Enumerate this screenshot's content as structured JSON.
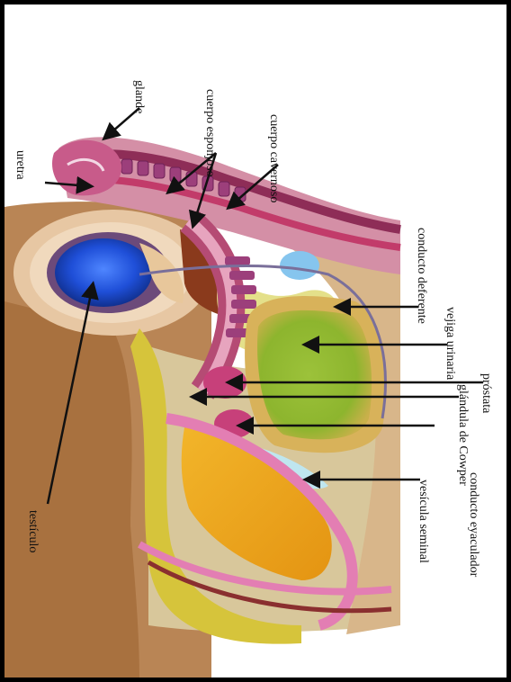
{
  "labels": {
    "glande": "glande",
    "cuerpo_esponjoso": "cuerpo esponjoso",
    "cuerpo_cavernoso": "cuerpo cavernoso",
    "uretra": "uretra",
    "conducto_deferente": "conducto deferente",
    "vejiga_urinaria": "vejiga urinaria",
    "prostata": "próstata",
    "glandula_cowper": "glándula de Cowper",
    "conducto_eyaculador": "conducto eyaculador",
    "vesicula_seminal": "vesícula seminal",
    "testiculo": "testículo"
  }
}
